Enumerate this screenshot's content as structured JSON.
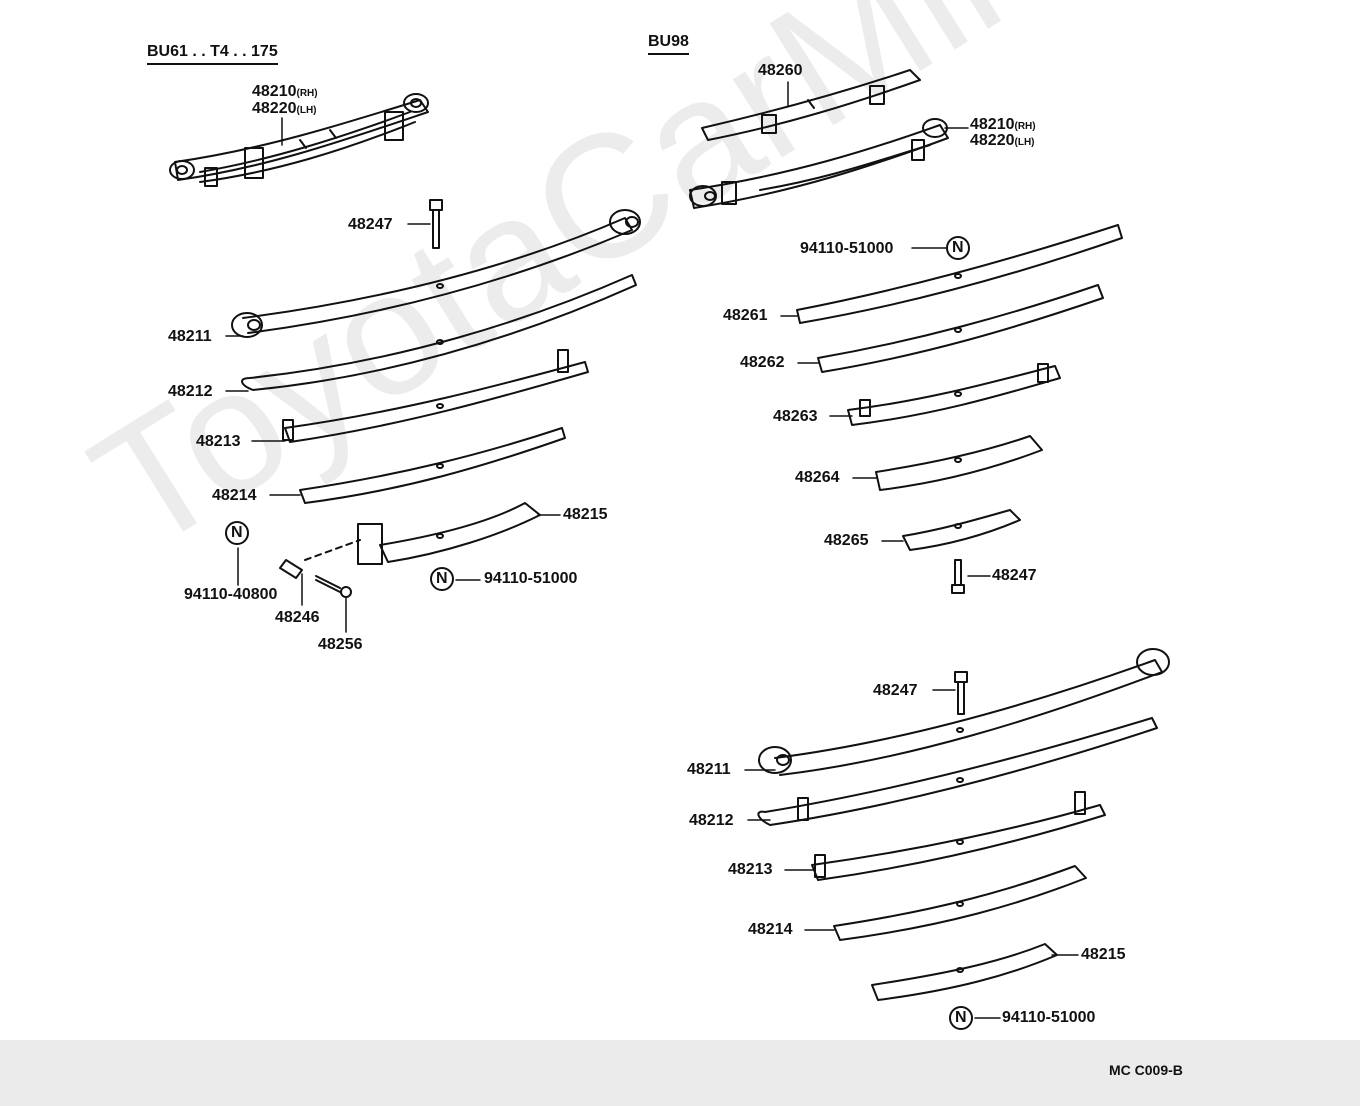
{
  "sections": {
    "left": "BU61 . . T4 . . 175",
    "right": "BU98"
  },
  "parts": {
    "p48210": "48210",
    "p48220": "48220",
    "rh": "(RH)",
    "lh": "(LH)",
    "p48211": "48211",
    "p48212": "48212",
    "p48213": "48213",
    "p48214": "48214",
    "p48215": "48215",
    "p48246": "48246",
    "p48247": "48247",
    "p48256": "48256",
    "p48260": "48260",
    "p48261": "48261",
    "p48262": "48262",
    "p48263": "48263",
    "p48264": "48264",
    "p48265": "48265",
    "n40800": "94110-40800",
    "n51000": "94110-51000",
    "n_symbol": "N"
  },
  "diagram_code": "MC C009-B",
  "watermark": "ToyotaCarMine.ru",
  "colors": {
    "ink": "#111111",
    "footer": "#ebebeb"
  }
}
